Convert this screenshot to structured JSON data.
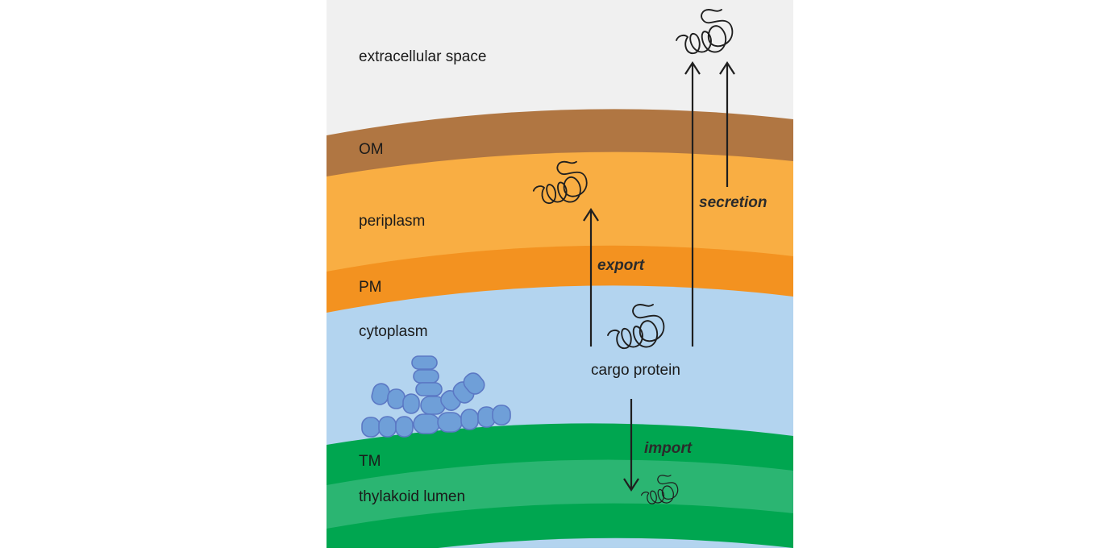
{
  "colors": {
    "extracellular": "#f0f0f0",
    "outer_membrane": "#b07642",
    "periplasm": "#f9ae43",
    "plasma_membrane": "#f39220",
    "cytoplasm": "#b3d4ef",
    "thylakoid_membrane": "#00a650",
    "thylakoid_lumen": "#2bb572",
    "pigment_granules": "#6f9fd8"
  },
  "layers": {
    "extracellular": "extracellular space",
    "om": "OM",
    "periplasm": "periplasm",
    "pm": "PM",
    "cytoplasm": "cytoplasm",
    "tm": "TM",
    "lumen": "thylakoid lumen"
  },
  "processes": {
    "export": "export",
    "secretion": "secretion",
    "import": "import"
  },
  "cargo": {
    "label": "cargo protein"
  },
  "icons": {
    "protein": "coiled-protein-icon",
    "granules": "pigment-granule-cluster-icon"
  }
}
